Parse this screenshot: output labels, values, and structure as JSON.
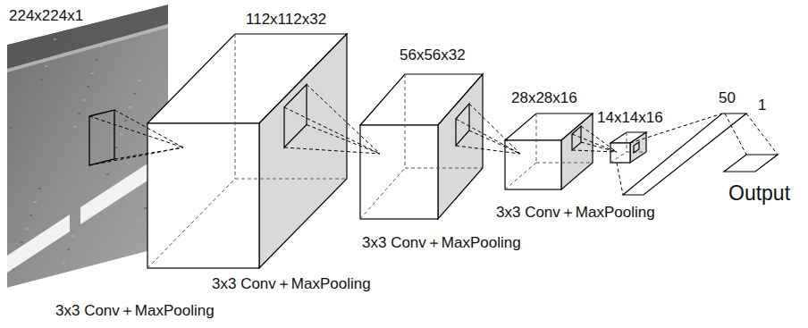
{
  "diagram": {
    "nodes": [
      {
        "text": [
          "224x224x1"
        ]
      },
      {
        "text": [
          "112x112x32"
        ]
      },
      {
        "text": [
          "56x56x32"
        ]
      },
      {
        "text": [
          "28x28x16"
        ]
      },
      {
        "text": [
          "14x14x16"
        ]
      },
      {
        "text": [
          "50"
        ]
      },
      {
        "text": [
          "Output"
        ]
      }
    ],
    "edges": [
      {
        "from": 0,
        "to": 1,
        "arrow": "none"
      },
      {
        "from": 1,
        "to": 2,
        "arrow": "none"
      },
      {
        "from": 2,
        "to": 3,
        "arrow": "none"
      },
      {
        "from": 3,
        "to": 4,
        "arrow": "none"
      },
      {
        "from": 4,
        "to": 5,
        "arrow": "none"
      },
      {
        "from": 5,
        "to": 6,
        "arrow": "none"
      }
    ],
    "labels": [
      "3x3 Conv＋MaxPooling",
      "3x3 Conv＋MaxPooling",
      "3x3 Conv＋MaxPooling",
      "3x3 Conv＋MaxPooling",
      "1"
    ]
  }
}
